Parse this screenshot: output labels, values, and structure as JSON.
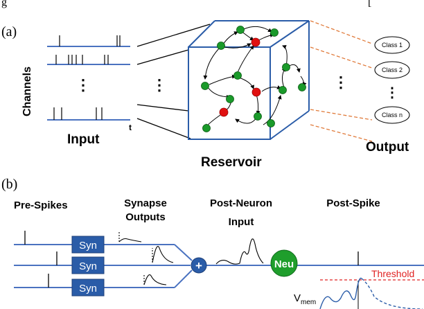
{
  "caption_fragment": "g",
  "caption_bracket": "[",
  "panel_a": {
    "label": "(a)",
    "channels_label": "Channels",
    "input_label": "Input",
    "time_label": "t",
    "vdots": "⋮",
    "reservoir_label": "Reservoir",
    "output_label": "Output",
    "classes": [
      "Class 1",
      "Class 2",
      "Class n"
    ]
  },
  "panel_b": {
    "label": "(b)",
    "pre_spikes": "Pre-Spikes",
    "synapse_outputs_line1": "Synapse",
    "synapse_outputs_line2": "Outputs",
    "post_neuron_line1": "Post-Neuron",
    "post_neuron_line2": "Input",
    "post_spike": "Post-Spike",
    "syn_label": "Syn",
    "sum_symbol": "+",
    "neuron_label": "Neu",
    "threshold_label": "Threshold",
    "vmem_main": "V",
    "vmem_sub": "mem"
  },
  "colors": {
    "line_blue": "#4a72c0",
    "box_blue": "#2a5ca8",
    "node_green": "#1a9a2a",
    "node_red": "#e01010",
    "dash_orange": "#e07a3a",
    "threshold_red": "#e02020",
    "neuron_green": "#1f9e2c"
  }
}
